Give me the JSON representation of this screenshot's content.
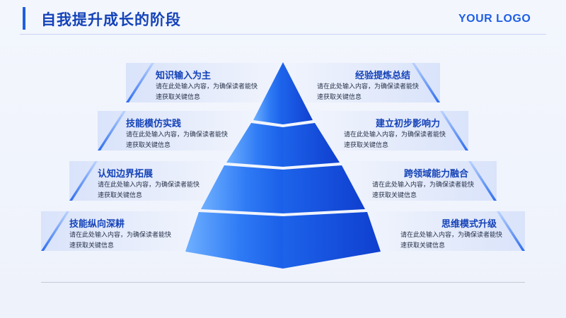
{
  "header": {
    "title": "自我提升成长的阶段",
    "logo": "YOUR LOGO"
  },
  "left_items": [
    {
      "title": "知识输入为主",
      "desc": "请在此处输入内容，为确保读者能快速获取关键信息"
    },
    {
      "title": "技能模仿实践",
      "desc": "请在此处输入内容，为确保读者能快速获取关键信息"
    },
    {
      "title": "认知边界拓展",
      "desc": "请在此处输入内容，为确保读者能快速获取关键信息"
    },
    {
      "title": "技能纵向深耕",
      "desc": "请在此处输入内容，为确保读者能快速获取关键信息"
    }
  ],
  "right_items": [
    {
      "title": "经验提炼总结",
      "desc": "请在此处输入内容，为确保读者能快速获取关键信息"
    },
    {
      "title": "建立初步影响力",
      "desc": "请在此处输入内容，为确保读者能快速获取关键信息"
    },
    {
      "title": "跨领域能力融合",
      "desc": "请在此处输入内容，为确保读者能快速获取关键信息"
    },
    {
      "title": "思维模式升级",
      "desc": "请在此处输入内容，为确保读者能快速获取关键信息"
    }
  ],
  "colors": {
    "accent": "#1f5fe0",
    "title_text": "#1442b8",
    "pyramid_light": "#5aa0ff",
    "pyramid_dark": "#1148d8"
  }
}
